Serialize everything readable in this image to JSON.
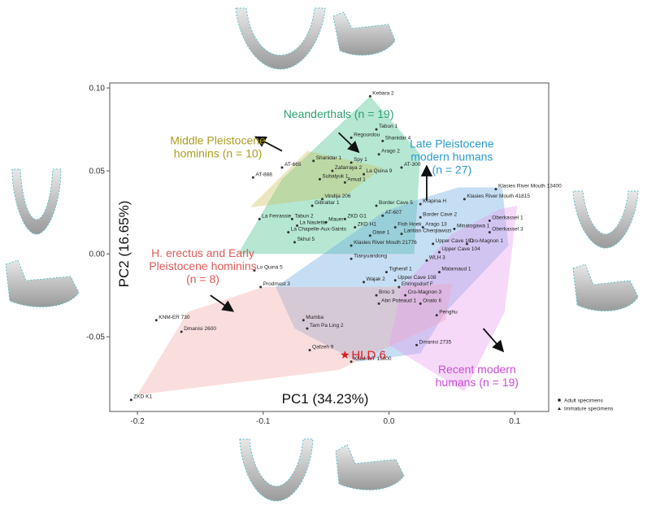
{
  "chart_data": {
    "type": "scatter",
    "xlabel": "PC1 (34.23%)",
    "ylabel": "PC2 (16.65%)",
    "xlim": [
      -0.222,
      0.127
    ],
    "ylim": [
      -0.095,
      0.103
    ],
    "xticks": [
      -0.2,
      -0.1,
      0.0,
      0.1
    ],
    "xtick_labels": [
      "-0.2",
      "-0.1",
      "0.0",
      "0.1"
    ],
    "yticks": [
      0.1,
      0.05,
      0.0,
      -0.05
    ],
    "ytick_labels": [
      "0.10",
      "0.05",
      "0.00",
      "-0.05"
    ],
    "grid": false,
    "legend": {
      "placement": "bottom-right",
      "entries": [
        {
          "label": "Adult specimens",
          "marker": "circle"
        },
        {
          "label": "Immature specimens",
          "marker": "triangle"
        }
      ]
    },
    "groups": [
      {
        "name": "Neanderthals (n = 19)",
        "color": "#3dbf8c",
        "hull": [
          [
            -0.015,
            0.095
          ],
          [
            0.025,
            0.06
          ],
          [
            0.02,
            0.0
          ],
          [
            -0.12,
            0.0
          ],
          [
            -0.085,
            0.045
          ]
        ]
      },
      {
        "name": "Middle Pleistocene hominins (n = 10)",
        "color": "#c9c05a",
        "hull": [
          [
            -0.108,
            0.03
          ],
          [
            -0.065,
            0.062
          ],
          [
            -0.005,
            0.052
          ],
          [
            -0.035,
            0.035
          ],
          [
            -0.11,
            0.028
          ]
        ]
      },
      {
        "name": "Late Pleistocene modern humans (n = 27)",
        "color": "#6aa9e0",
        "hull": [
          [
            0.09,
            0.04
          ],
          [
            0.095,
            0.005
          ],
          [
            0.045,
            -0.035
          ],
          [
            0.025,
            -0.06
          ],
          [
            -0.025,
            -0.065
          ],
          [
            -0.075,
            -0.045
          ],
          [
            -0.09,
            -0.02
          ],
          [
            -0.005,
            0.025
          ],
          [
            0.02,
            0.032
          ],
          [
            0.055,
            0.04
          ]
        ]
      },
      {
        "name": "H. erectus and Early Pleistocene hominins (n = 8)",
        "color": "#f2a7a7",
        "hull": [
          [
            -0.2,
            -0.085
          ],
          [
            -0.04,
            -0.07
          ],
          [
            0.045,
            -0.04
          ],
          [
            0.05,
            -0.018
          ],
          [
            0.0,
            -0.02
          ],
          [
            -0.1,
            -0.02
          ],
          [
            -0.16,
            -0.035
          ]
        ]
      },
      {
        "name": "Recent modern humans (n = 19)",
        "color": "#e89cf0",
        "hull": [
          [
            0.102,
            0.029
          ],
          [
            0.092,
            -0.035
          ],
          [
            0.06,
            -0.083
          ],
          [
            0.0,
            -0.055
          ],
          [
            0.01,
            -0.02
          ],
          [
            0.05,
            0.012
          ],
          [
            0.088,
            0.027
          ]
        ]
      }
    ],
    "group_labels": [
      {
        "group": 0,
        "lines": [
          "Neanderthals (n = 19)"
        ],
        "color": "#2f9f6e",
        "pos": [
          -0.04,
          0.082
        ],
        "arrow": [
          [
            -0.04,
            0.073
          ],
          [
            -0.025,
            0.062
          ]
        ]
      },
      {
        "group": 1,
        "lines": [
          "Middle Pleistocene",
          "hominins (n = 10)"
        ],
        "color": "#aa9d1e",
        "pos": [
          -0.136,
          0.066
        ],
        "arrow": [
          [
            -0.085,
            0.062
          ],
          [
            -0.105,
            0.07
          ]
        ]
      },
      {
        "group": 2,
        "lines": [
          "Late Pleistocene",
          "modern humans",
          "(n = 27)"
        ],
        "color": "#2a9bd0",
        "pos": [
          0.05,
          0.064
        ],
        "arrow": [
          [
            0.03,
            0.032
          ],
          [
            0.03,
            0.052
          ]
        ]
      },
      {
        "group": 3,
        "lines": [
          "H. erectus and Early",
          "Pleistocene hominins",
          "(n = 8)"
        ],
        "color": "#e05a5a",
        "pos": [
          -0.148,
          -0.002
        ],
        "arrow": [
          [
            -0.142,
            -0.025
          ],
          [
            -0.125,
            -0.034
          ]
        ]
      },
      {
        "group": 4,
        "lines": [
          "Recent modern",
          "humans (n = 19)"
        ],
        "color": "#c94cd6",
        "pos": [
          0.07,
          -0.072
        ],
        "arrow": [
          [
            0.075,
            -0.045
          ],
          [
            0.09,
            -0.058
          ]
        ]
      }
    ],
    "highlight": {
      "label": "HLD 6",
      "x": -0.035,
      "y": -0.061,
      "color": "#e11d1d"
    },
    "specimens": [
      {
        "name": "Kebara 2",
        "x": -0.015,
        "y": 0.095
      },
      {
        "name": "Tabun 1",
        "x": -0.01,
        "y": 0.075
      },
      {
        "name": "Regourdou",
        "x": -0.03,
        "y": 0.07
      },
      {
        "name": "Shanidar 4",
        "x": -0.005,
        "y": 0.068
      },
      {
        "name": "Arago 2",
        "x": -0.008,
        "y": 0.06
      },
      {
        "name": "Shanidar 1",
        "x": -0.06,
        "y": 0.056
      },
      {
        "name": "Spy 1",
        "x": -0.03,
        "y": 0.055
      },
      {
        "name": "AT-300",
        "x": 0.01,
        "y": 0.052
      },
      {
        "name": "AT-665",
        "x": -0.085,
        "y": 0.052
      },
      {
        "name": "Zafarraya 2",
        "x": -0.045,
        "y": 0.05
      },
      {
        "name": "La Quina 9",
        "x": -0.02,
        "y": 0.048
      },
      {
        "name": "Subalyuk 1",
        "x": -0.055,
        "y": 0.045
      },
      {
        "name": "Amud 1",
        "x": -0.035,
        "y": 0.043
      },
      {
        "name": "AT-888",
        "x": -0.108,
        "y": 0.046
      },
      {
        "name": "Vindija 206",
        "x": -0.053,
        "y": 0.033
      },
      {
        "name": "Gibraltar 1",
        "x": -0.061,
        "y": 0.029
      },
      {
        "name": "Border Cave 5",
        "x": -0.01,
        "y": 0.029
      },
      {
        "name": "Krapina H",
        "x": 0.025,
        "y": 0.03
      },
      {
        "name": "Klasies River Mouth 13400",
        "x": 0.085,
        "y": 0.039
      },
      {
        "name": "Klasies River Mouth 41815",
        "x": 0.06,
        "y": 0.033
      },
      {
        "name": "AT-607",
        "x": -0.005,
        "y": 0.023
      },
      {
        "name": "Border Cave 2",
        "x": 0.025,
        "y": 0.022
      },
      {
        "name": "ZKD G1",
        "x": -0.035,
        "y": 0.021
      },
      {
        "name": "La Ferrassie",
        "x": -0.103,
        "y": 0.021
      },
      {
        "name": "Tabun 2",
        "x": -0.077,
        "y": 0.021
      },
      {
        "name": "Mauer",
        "x": -0.05,
        "y": 0.019
      },
      {
        "name": "Oberkassel 1",
        "x": 0.08,
        "y": 0.02
      },
      {
        "name": "La Naulette",
        "x": -0.073,
        "y": 0.017
      },
      {
        "name": "ZKD H1",
        "x": -0.027,
        "y": 0.016
      },
      {
        "name": "Fish Hoek",
        "x": 0.005,
        "y": 0.016
      },
      {
        "name": "Arago 13",
        "x": 0.027,
        "y": 0.016
      },
      {
        "name": "Minatogawa 1",
        "x": 0.052,
        "y": 0.015
      },
      {
        "name": "La Chapelle-Aux-Saints",
        "x": -0.08,
        "y": 0.013
      },
      {
        "name": "Oase 1",
        "x": -0.015,
        "y": 0.011
      },
      {
        "name": "Lantian Chenjiawozi",
        "x": 0.01,
        "y": 0.012
      },
      {
        "name": "Oberkassel 3",
        "x": 0.08,
        "y": 0.013
      },
      {
        "name": "Skhul 5",
        "x": -0.075,
        "y": 0.007
      },
      {
        "name": "Klasies River Mouth 21776",
        "x": -0.03,
        "y": 0.005
      },
      {
        "name": "Upper Cave 101",
        "x": 0.035,
        "y": 0.006
      },
      {
        "name": "Cro-Magnon 1",
        "x": 0.062,
        "y": 0.006
      },
      {
        "name": "Upper Cave 104",
        "x": 0.04,
        "y": 0.001
      },
      {
        "name": "Lo Quina 5",
        "x": -0.107,
        "y": -0.01
      },
      {
        "name": "Tianyuandong",
        "x": -0.03,
        "y": -0.003
      },
      {
        "name": "WLH 3",
        "x": 0.03,
        "y": -0.004
      },
      {
        "name": "Tighenif 1",
        "x": -0.002,
        "y": -0.011
      },
      {
        "name": "Malarnaud 1",
        "x": 0.04,
        "y": -0.011
      },
      {
        "name": "Prodmost 3",
        "x": -0.102,
        "y": -0.02
      },
      {
        "name": "Wajak 2",
        "x": -0.02,
        "y": -0.017
      },
      {
        "name": "Upper Cave 108",
        "x": 0.005,
        "y": -0.016
      },
      {
        "name": "Ehringsdorf F",
        "x": 0.008,
        "y": -0.02
      },
      {
        "name": "Brno 3",
        "x": -0.01,
        "y": -0.025
      },
      {
        "name": "Cro-Magnon 3",
        "x": 0.013,
        "y": -0.025
      },
      {
        "name": "Onalo II",
        "x": 0.025,
        "y": -0.03
      },
      {
        "name": "Abri Poteaud 1",
        "x": -0.008,
        "y": -0.03
      },
      {
        "name": "Penghu",
        "x": 0.038,
        "y": -0.037
      },
      {
        "name": "KNM-ER 730",
        "x": -0.185,
        "y": -0.04
      },
      {
        "name": "Mumba",
        "x": -0.068,
        "y": -0.04
      },
      {
        "name": "Dmanisi 2600",
        "x": -0.165,
        "y": -0.047
      },
      {
        "name": "Tam Pa Ling 2",
        "x": -0.065,
        "y": -0.045
      },
      {
        "name": "Dmanisi 2735",
        "x": 0.022,
        "y": -0.055
      },
      {
        "name": "Qafzeh 9",
        "x": -0.063,
        "y": -0.058
      },
      {
        "name": "KNM-WT 15000",
        "x": -0.03,
        "y": -0.065
      },
      {
        "name": "ZKD K1",
        "x": -0.205,
        "y": -0.088
      }
    ]
  }
}
